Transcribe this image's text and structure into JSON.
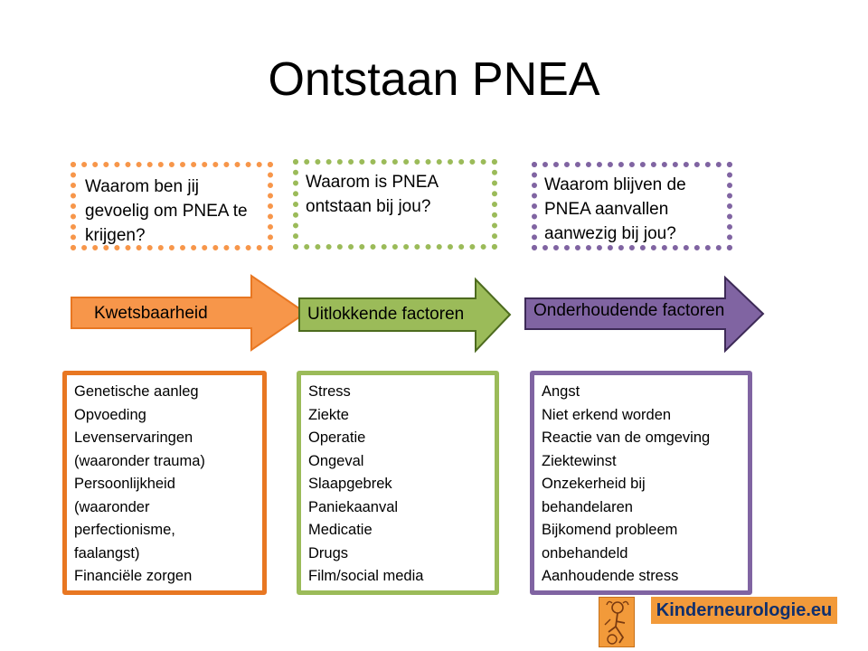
{
  "title": "Ontstaan PNEA",
  "questions": [
    "Waarom ben jij gevoelig om PNEA te krijgen?",
    "Waarom is PNEA ontstaan bij jou?",
    "Waarom blijven de PNEA aanvallen aanwezig bij jou?"
  ],
  "arrows": [
    "Kwetsbaarheid",
    "Uitlokkende factoren",
    "Onderhoudende factoren"
  ],
  "lists": [
    [
      "Genetische  aanleg",
      "Opvoeding",
      "Levenservaringen",
      "(waaronder  trauma)",
      "Persoonlijkheid",
      "(waaronder",
      "perfectionisme,",
      "faalangst)",
      "Financiële  zorgen"
    ],
    [
      "Stress",
      "Ziekte",
      "Operatie",
      "Ongeval",
      "Slaapgebrek",
      "Paniekaanval",
      "Medicatie",
      "Drugs",
      "Film/social  media"
    ],
    [
      "Angst",
      "Niet erkend  worden",
      "Reactie  van de omgeving",
      "Ziektewinst",
      "Onzekerheid  bij",
      "behandelaren",
      "Bijkomend  probleem",
      "onbehandeld",
      "Aanhoudende  stress"
    ]
  ],
  "colors": {
    "orange": "#e87722",
    "orange_fill": "#f7964a",
    "green": "#9bbb59",
    "purple": "#8064a2",
    "purple_fill": "#8064a2",
    "brand_bg": "#f29a3a",
    "brand_text": "#10306e"
  },
  "brand": "Kinderneurologie.eu"
}
